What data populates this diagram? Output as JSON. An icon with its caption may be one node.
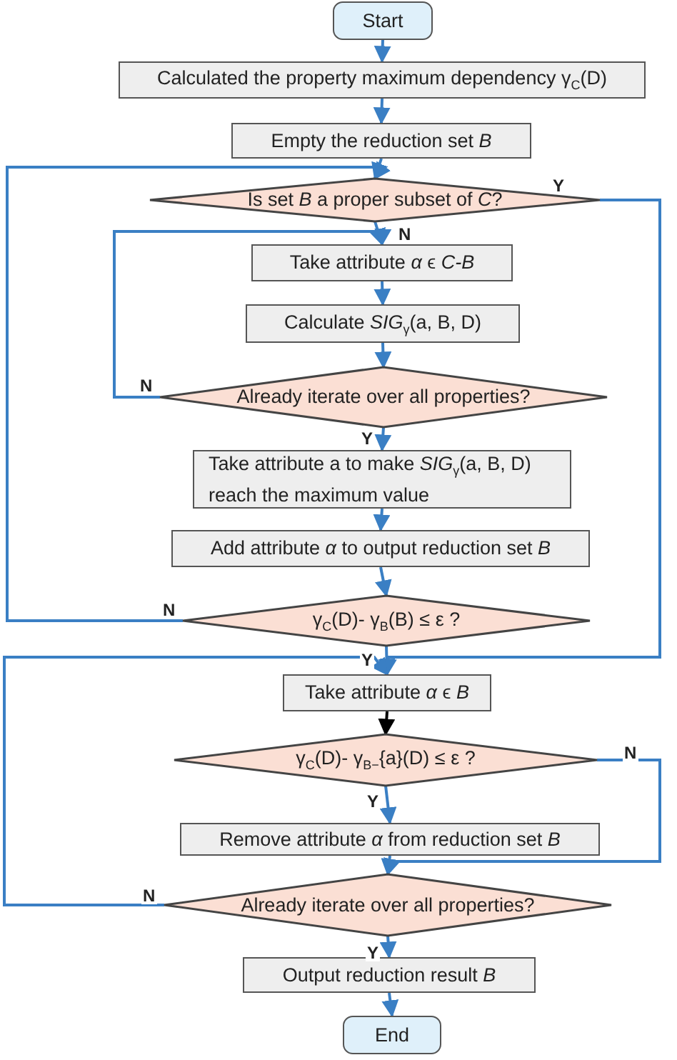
{
  "diagram": {
    "nodes": [
      {
        "text": [
          "Start"
        ]
      },
      {
        "text": [
          "Calculated the property maximum dependency γ$_{C}$(D)"
        ]
      },
      {
        "text": [
          "Empty the reduction set *B*"
        ]
      },
      {
        "text": [
          "Is set *B* a proper subset of *C*?"
        ]
      },
      {
        "text": [
          "Take attribute *α* ϵ *C-B*"
        ]
      },
      {
        "text": [
          "Calculate *SIG*$_{γ}$(a, B, D)"
        ]
      },
      {
        "text": [
          "Already iterate over all properties?"
        ]
      },
      {
        "text": [
          "Take attribute a to make *SIG*$_{γ}$(a, B, D) reach the maximum value"
        ]
      },
      {
        "text": [
          "Add attribute *α* to output reduction set *B*"
        ]
      },
      {
        "text": [
          "γ$_{C}$(D)- γ$_{B}$(B) ≤ ε ?"
        ]
      },
      {
        "text": [
          "Take attribute *α* ϵ *B*"
        ]
      },
      {
        "text": [
          "γ$_{C}$(D)- γ$_{B−}${a}(D) ≤ ε ?"
        ]
      },
      {
        "text": [
          "Remove attribute *α* from reduction set *B*"
        ]
      },
      {
        "text": [
          "Already iterate over all properties?"
        ]
      },
      {
        "text": [
          "Output reduction result *B*"
        ]
      },
      {
        "text": [
          "End"
        ]
      }
    ],
    "edges": [
      {
        "from": 0,
        "to": 1,
        "arrow": "to"
      },
      {
        "from": 1,
        "to": 2,
        "arrow": "to"
      },
      {
        "from": 2,
        "to": 3,
        "arrow": "to"
      },
      {
        "from": 3,
        "to": 4,
        "arrow": "to",
        "label": "N"
      },
      {
        "from": 3,
        "to": 10,
        "arrow": "to",
        "label": "Y"
      },
      {
        "from": 4,
        "to": 5,
        "arrow": "to"
      },
      {
        "from": 5,
        "to": 6,
        "arrow": "to"
      },
      {
        "from": 6,
        "to": 4,
        "arrow": "to",
        "label": "N"
      },
      {
        "from": 6,
        "to": 7,
        "arrow": "to",
        "label": "Y"
      },
      {
        "from": 7,
        "to": 8,
        "arrow": "to"
      },
      {
        "from": 8,
        "to": 9,
        "arrow": "to"
      },
      {
        "from": 9,
        "to": 3,
        "arrow": "to",
        "label": "N"
      },
      {
        "from": 9,
        "to": 10,
        "arrow": "to",
        "label": "Y"
      },
      {
        "from": 10,
        "to": 11,
        "arrow": "to",
        "color": "#000000"
      },
      {
        "from": 11,
        "to": 12,
        "arrow": "to",
        "label": "Y"
      },
      {
        "from": 11,
        "to": 13,
        "arrow": "to",
        "label": "N"
      },
      {
        "from": 12,
        "to": 13,
        "arrow": "to"
      },
      {
        "from": 13,
        "to": 10,
        "arrow": "to",
        "label": "N"
      },
      {
        "from": 13,
        "to": 14,
        "arrow": "to",
        "label": "Y"
      },
      {
        "from": 14,
        "to": 15,
        "arrow": "to"
      }
    ]
  }
}
